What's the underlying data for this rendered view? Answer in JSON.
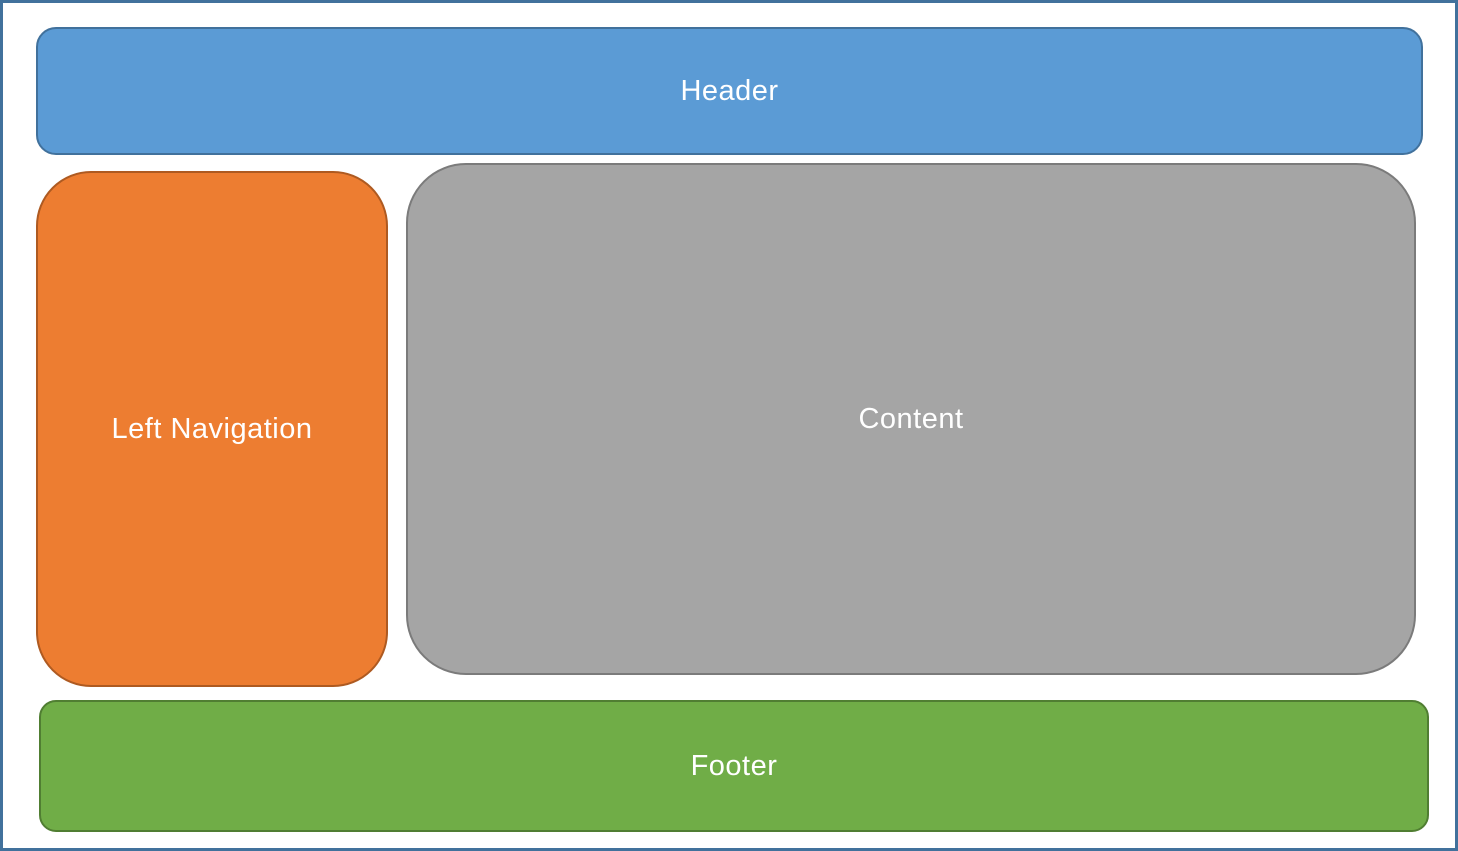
{
  "page": {
    "border_color": "#41719C",
    "background_color": "#FFFFFF"
  },
  "regions": {
    "header": {
      "label": "Header",
      "fill": "#5B9BD5",
      "border": "#41719C",
      "text_color": "#FFFFFF"
    },
    "left_navigation": {
      "label": "Left Navigation",
      "fill": "#ED7D31",
      "border": "#AE5A21",
      "text_color": "#FFFFFF"
    },
    "content": {
      "label": "Content",
      "fill": "#A5A5A5",
      "border": "#7B7B7B",
      "text_color": "#FFFFFF"
    },
    "footer": {
      "label": "Footer",
      "fill": "#70AD47",
      "border": "#507E32",
      "text_color": "#FFFFFF"
    }
  }
}
